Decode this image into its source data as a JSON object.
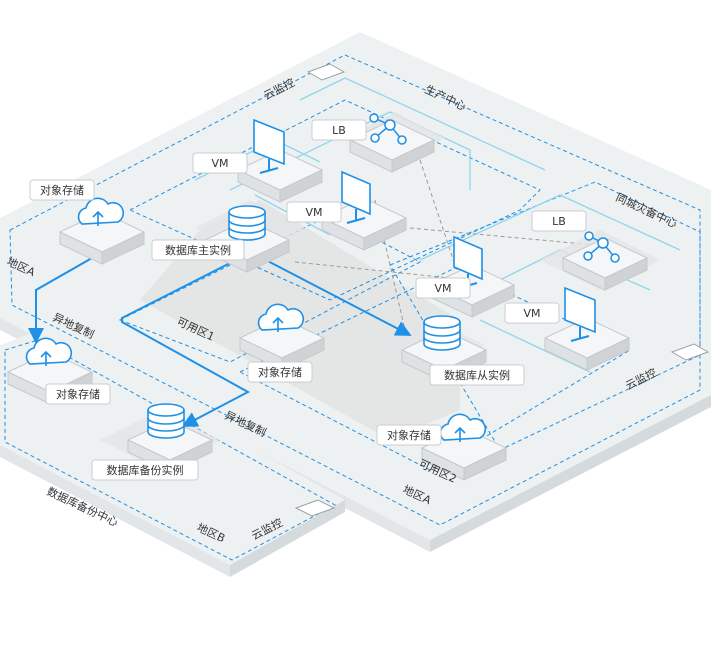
{
  "colors": {
    "accent": "#1e90e6",
    "cyan_line": "#8fd6ea",
    "plate_top": "#eef0f1",
    "plate_side": "#d6d9db",
    "dark_band": "#dcdcdc",
    "gray_dash": "#9a9a9a"
  },
  "icons": [
    "vm-monitor-icon",
    "lb-icon",
    "database-icon",
    "cloud-storage-icon",
    "monitor-box-icon"
  ],
  "region_a": {
    "label": "地区A",
    "production_center": {
      "title": "生产中心",
      "monitor_label": "云监控",
      "lb_label": "LB",
      "vm1_label": "VM",
      "vm2_label": "VM",
      "db_master_label": "数据库主实例"
    },
    "zone1_label": "可用区1",
    "zone1_storage_label": "对象存储",
    "storage_left_label": "对象存储",
    "backup_center": {
      "title": "同城灾备中心",
      "monitor_label": "云监控",
      "lb_label": "LB",
      "vm1_label": "VM",
      "vm2_label": "VM",
      "db_slave_label": "数据库从实例"
    },
    "zone2_label": "可用区2",
    "zone2_storage_label": "对象存储",
    "region_label_bottom": "地区A"
  },
  "region_b": {
    "title": "数据库备份中心",
    "label": "地区B",
    "monitor_label": "云监控",
    "storage_label": "对象存储",
    "db_backup_label": "数据库备份实例"
  },
  "arrows": {
    "remote_replication_1": "异地复制",
    "remote_replication_2": "异地复制"
  }
}
